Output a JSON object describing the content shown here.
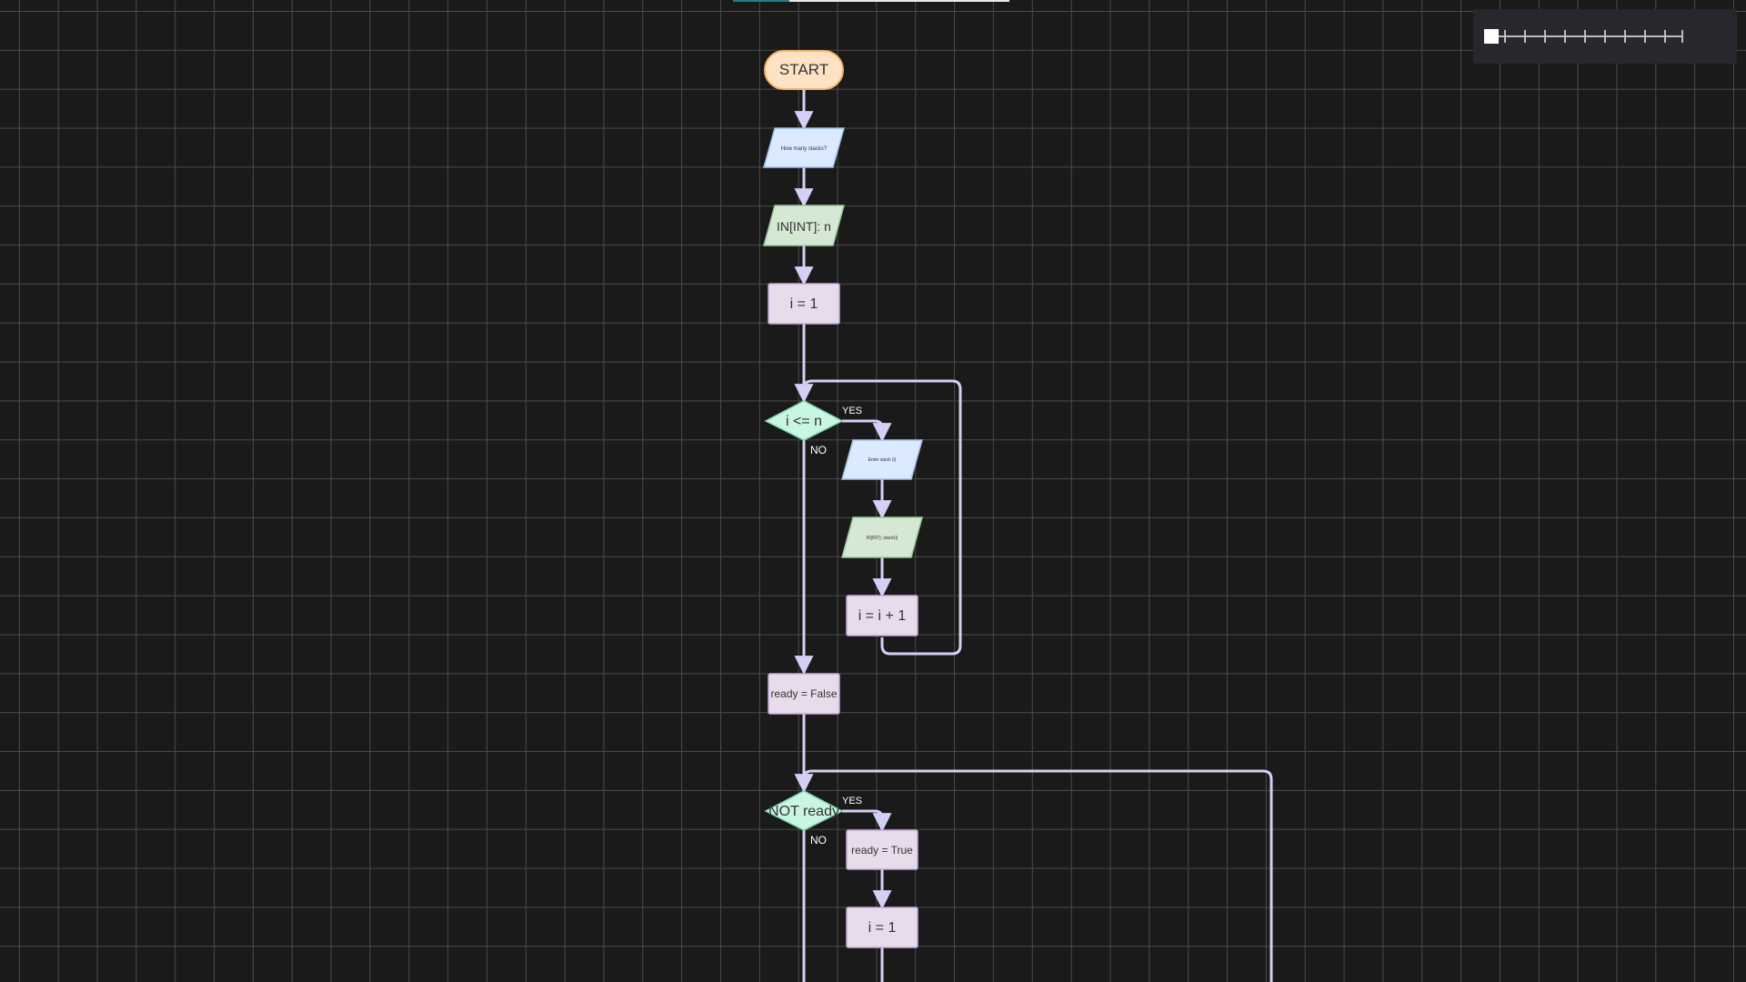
{
  "diagram": {
    "nodes": {
      "start": "START",
      "prompt_count": "How many stacks?",
      "input_n": "IN[INT]: n",
      "init_i": "i = 1",
      "cond_i_le_n": "i <= n",
      "prompt_stack": "Enter stack (i)",
      "input_stack": "IN[INT]: stack(i)",
      "incr_i": "i = i + 1",
      "ready_false": "ready = False",
      "cond_not_ready": "NOT ready",
      "ready_true": "ready = True",
      "reset_i": "i = 1"
    },
    "edge_labels": {
      "loop1_yes": "YES",
      "loop1_no": "NO",
      "loop2_yes": "YES",
      "loop2_no": "NO"
    }
  },
  "colors": {
    "start_fill": "#fde3c3",
    "start_stroke": "#f4b46a",
    "output_fill": "#dbeafe",
    "input_fill": "#d5e8d4",
    "process_fill": "#e7dcec",
    "decision_fill": "#c9f5e3",
    "connector": "#d4d0f5",
    "label_text": "#ffffff"
  },
  "zoom": {
    "level": 0
  }
}
